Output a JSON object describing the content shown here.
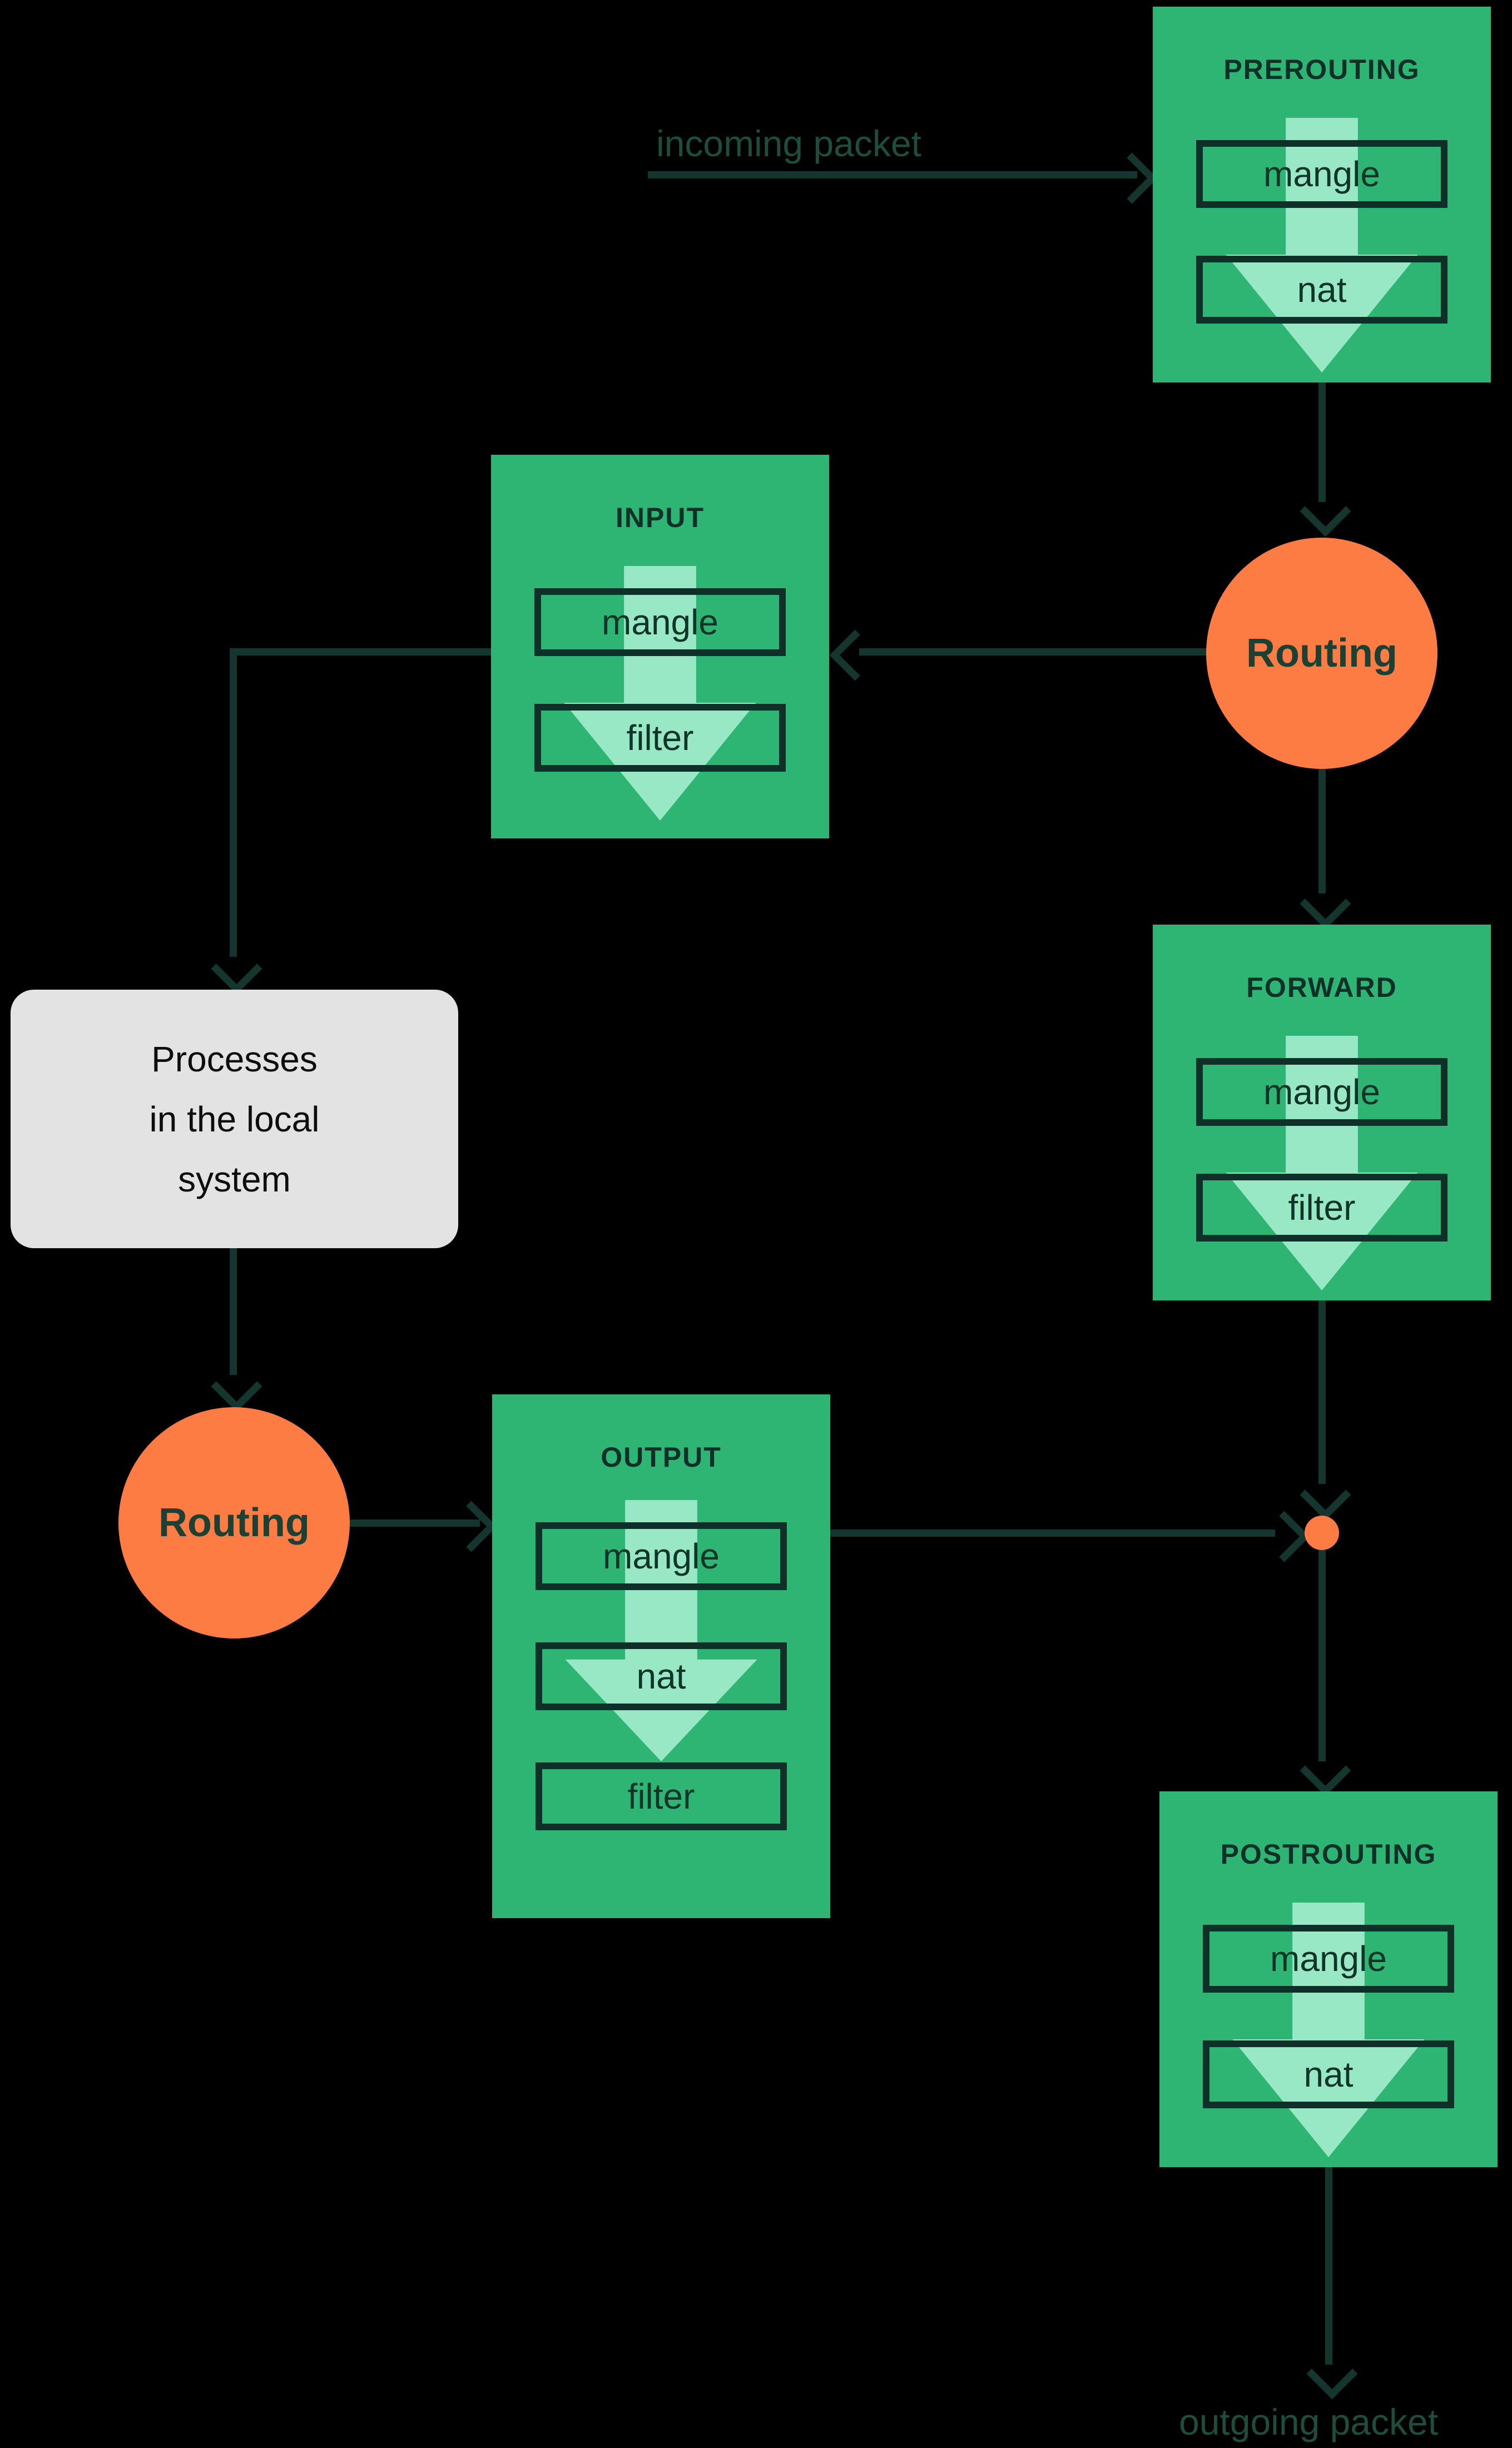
{
  "labels": {
    "incoming_packet": "incoming packet",
    "outgoing_packet": "outgoing packet"
  },
  "chains": [
    {
      "name": "PREROUTING",
      "tables": [
        "mangle",
        "nat"
      ]
    },
    {
      "name": "INPUT",
      "tables": [
        "mangle",
        "filter"
      ]
    },
    {
      "name": "FORWARD",
      "tables": [
        "mangle",
        "filter"
      ]
    },
    {
      "name": "OUTPUT",
      "tables": [
        "mangle",
        "nat",
        "filter"
      ]
    },
    {
      "name": "POSTROUTING",
      "tables": [
        "mangle",
        "nat"
      ]
    }
  ],
  "routing_nodes": [
    {
      "label": "Routing"
    },
    {
      "label": "Routing"
    }
  ],
  "process_box": {
    "lines": [
      "Processes",
      "in the local",
      "system"
    ]
  },
  "icons": {
    "flow_arrow": "down-arrow",
    "arrowheads": [
      "down",
      "left",
      "right"
    ]
  },
  "colors": {
    "background": "#000000",
    "chain_box_green": "#2fb573",
    "flow_arrow_mint": "#98e8c6",
    "dark_green_text": "#0e3029",
    "connector_line": "#14362e",
    "routing_orange": "#fc7c44",
    "process_box_gray": "#e3e3e3",
    "packet_label_green": "#1d4d3d"
  }
}
